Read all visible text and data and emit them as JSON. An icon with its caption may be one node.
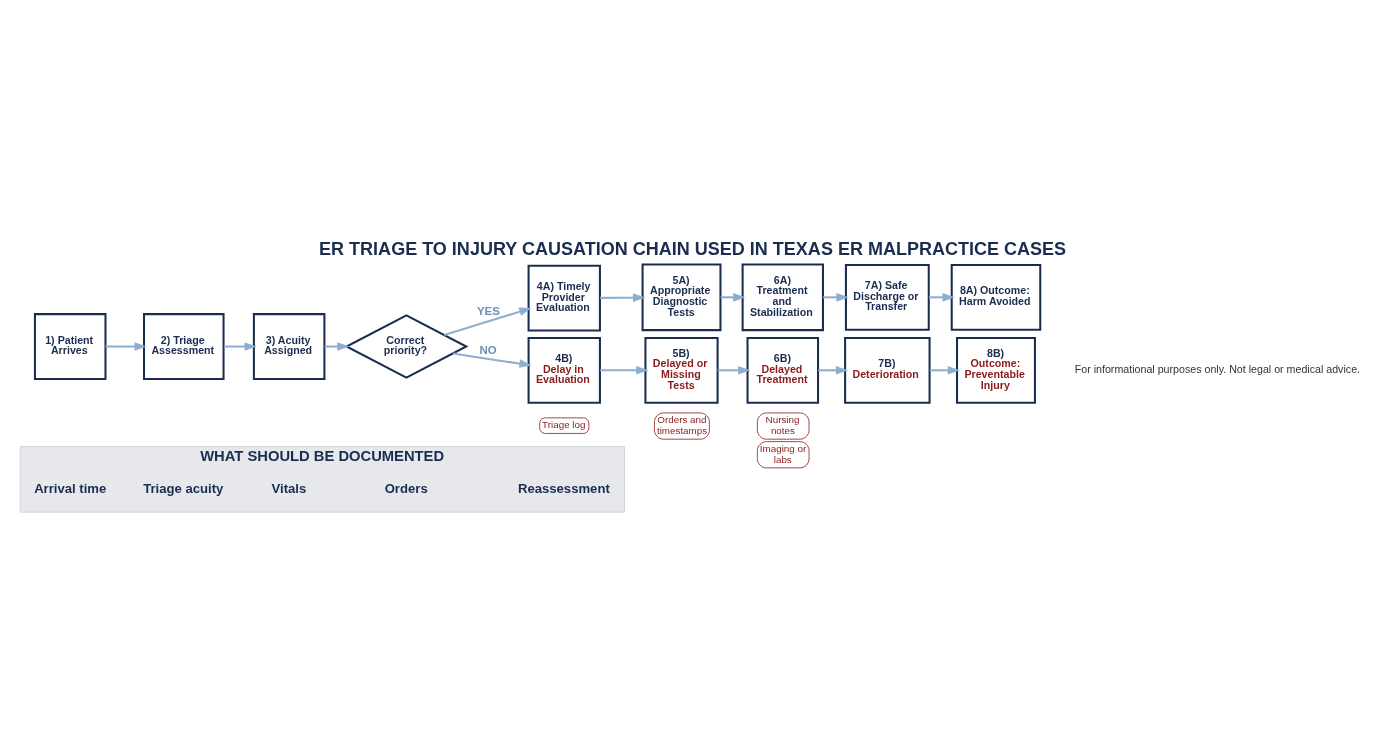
{
  "diagram": {
    "title": "ER TRIAGE TO INJURY CAUSATION CHAIN USED IN TEXAS ER MALPRACTICE CASES",
    "caption": "For informational purposes only. Not legal or medical advice.",
    "nodes": [
      {
        "text": [
          "WHAT SHOULD BE DOCUMENTED"
        ]
      },
      {
        "text": [
          "Arrival time"
        ],
        "in": 0
      },
      {
        "text": [
          "Triage acuity"
        ],
        "in": 0
      },
      {
        "text": [
          "Vitals"
        ],
        "in": 0
      },
      {
        "text": [
          "Orders"
        ],
        "in": 0
      },
      {
        "text": [
          "Reassessment"
        ],
        "in": 0
      },
      {
        "text": [
          "1) Patient Arrives"
        ]
      },
      {
        "text": [
          "2) Triage Assessment"
        ]
      },
      {
        "text": [
          "3) Acuity Assigned"
        ]
      },
      {
        "text": [
          "Correct priority?"
        ]
      },
      {
        "text": [
          "4A) Timely Provider Evaluation"
        ]
      },
      {
        "text": [
          "5A) Appropriate Diagnostic Tests"
        ]
      },
      {
        "text": [
          "6A) Treatment and Stabilization"
        ]
      },
      {
        "text": [
          "7A) Safe Discharge or Transfer"
        ]
      },
      {
        "text": [
          "8A) Outcome: Harm Avoided"
        ]
      },
      {
        "text": [
          "4B)",
          "Delay in Evaluation"
        ],
        "beside": [
          "Triage log"
        ]
      },
      {
        "text": [
          "5B)",
          "Delayed or Missing Tests"
        ],
        "beside": [
          "Orders and timestamps"
        ]
      },
      {
        "text": [
          "6B)",
          "Delayed Treatment"
        ],
        "beside": [
          "Nursing notes",
          "Imaging or labs"
        ]
      },
      {
        "text": [
          "7B)",
          "Deterioration"
        ]
      },
      {
        "text": [
          "8B)",
          "Outcome: Preventable Injury"
        ]
      }
    ],
    "edges": [
      {
        "from": 6,
        "to": 7,
        "arrow": "to"
      },
      {
        "from": 7,
        "to": 8,
        "arrow": "to"
      },
      {
        "from": 8,
        "to": 9,
        "arrow": "to"
      },
      {
        "from": 9,
        "to": 10,
        "arrow": "to",
        "label": "YES"
      },
      {
        "from": 10,
        "to": 11,
        "arrow": "to"
      },
      {
        "from": 11,
        "to": 12,
        "arrow": "to"
      },
      {
        "from": 12,
        "to": 13,
        "arrow": "to"
      },
      {
        "from": 13,
        "to": 14,
        "arrow": "to"
      },
      {
        "from": 9,
        "to": 15,
        "arrow": "to",
        "label": "NO"
      },
      {
        "from": 15,
        "to": 16,
        "arrow": "to"
      },
      {
        "from": 16,
        "to": 17,
        "arrow": "to"
      },
      {
        "from": 17,
        "to": 18,
        "arrow": "to"
      },
      {
        "from": 18,
        "to": 19,
        "arrow": "to"
      }
    ]
  }
}
